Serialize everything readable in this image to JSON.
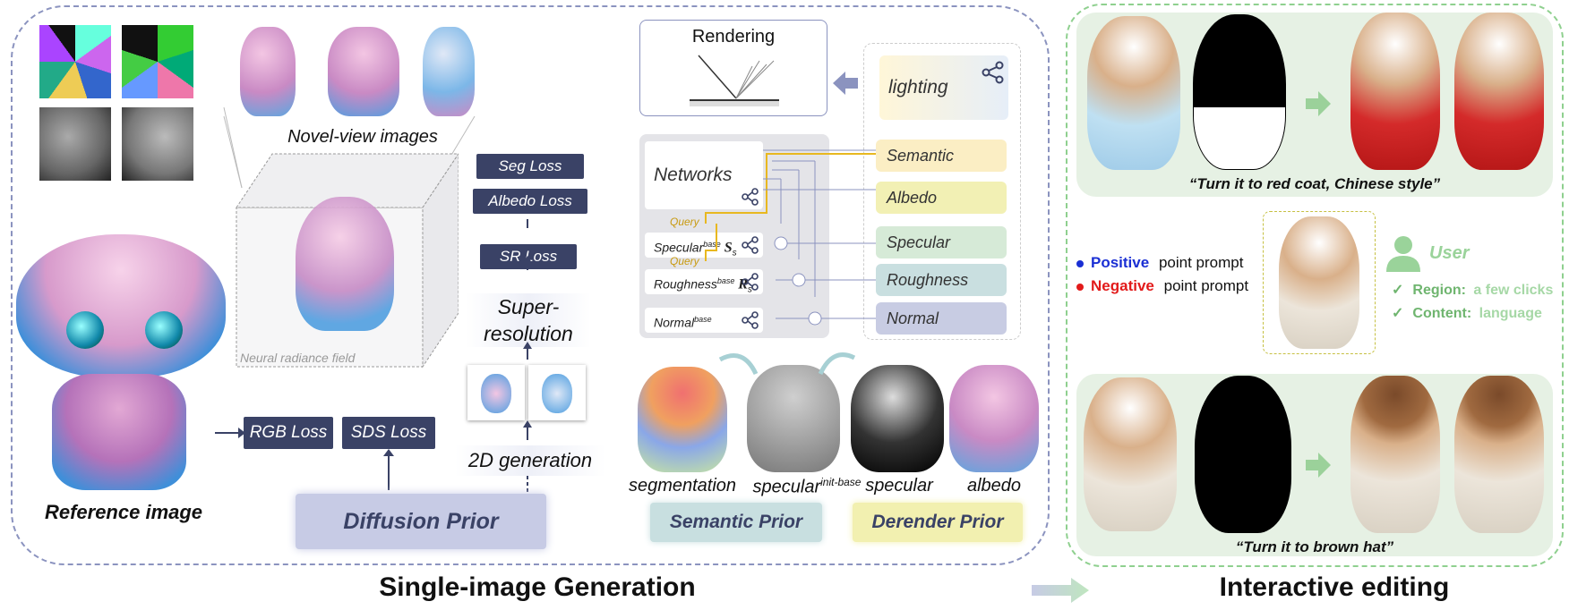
{
  "left": {
    "novel_view_label": "Novel-view images",
    "nerf_label": "Neural radiance field",
    "reference_label": "Reference image",
    "losses": {
      "seg": "Seg Loss",
      "albedo": "Albedo Loss",
      "sr": "SR Loss",
      "rgb": "RGB Loss",
      "sds": "SDS Loss"
    },
    "super_resolution": "Super-resolution",
    "generation_2d": "2D generation",
    "diffusion_prior": "Diffusion Prior"
  },
  "middle": {
    "rendering": "Rendering",
    "lighting": "lighting",
    "networks": "Networks",
    "query": "Query",
    "specular_base": "Specular",
    "roughness_base": "Roughness",
    "normal_base": "Normal",
    "base_sup": "base",
    "ss": "S",
    "rs": "R",
    "sub_s": "s",
    "outputs": [
      "Semantic",
      "Albedo",
      "Specular",
      "Roughness",
      "Normal"
    ],
    "output_colors": [
      "#fbeec4",
      "#f2f0b4",
      "#d6ead7",
      "#c9dfe0",
      "#c8cce3"
    ],
    "prior_images": [
      "segmentation",
      "specular",
      "specular",
      "albedo"
    ],
    "init_base": "init-base",
    "semantic_prior": "Semantic Prior",
    "derender_prior": "Derender Prior"
  },
  "right": {
    "quote_top": "“Turn it to red coat, Chinese style”",
    "quote_bottom": "“Turn it to brown hat”",
    "positive": "Positive",
    "negative": "Negative",
    "point_prompt": "point prompt",
    "user": "User",
    "region_label": "Region:",
    "region_value": "a few clicks",
    "content_label": "Content:",
    "content_value": "language",
    "check": "✓"
  },
  "titles": {
    "left": "Single-image Generation",
    "right": "Interactive editing"
  }
}
